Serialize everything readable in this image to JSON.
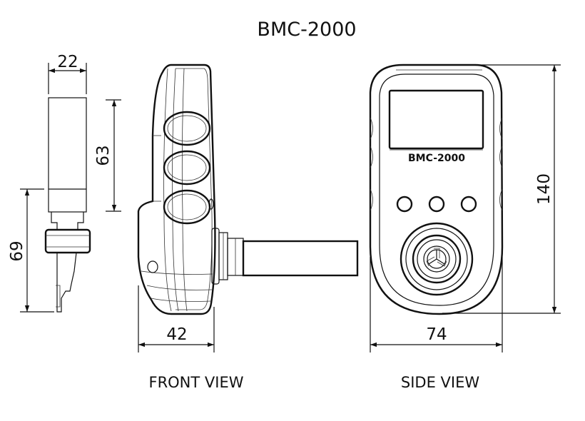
{
  "title": "BMC-2000",
  "screen_text": "BMC-2000",
  "views": {
    "front": "FRONT VIEW",
    "side": "SIDE VIEW"
  },
  "dimensions": {
    "probe_width": "22",
    "probe_height": "69",
    "front_height": "63",
    "front_width": "42",
    "side_width": "74",
    "side_height": "140"
  },
  "colors": {
    "line": "#111111",
    "background": "#ffffff"
  }
}
